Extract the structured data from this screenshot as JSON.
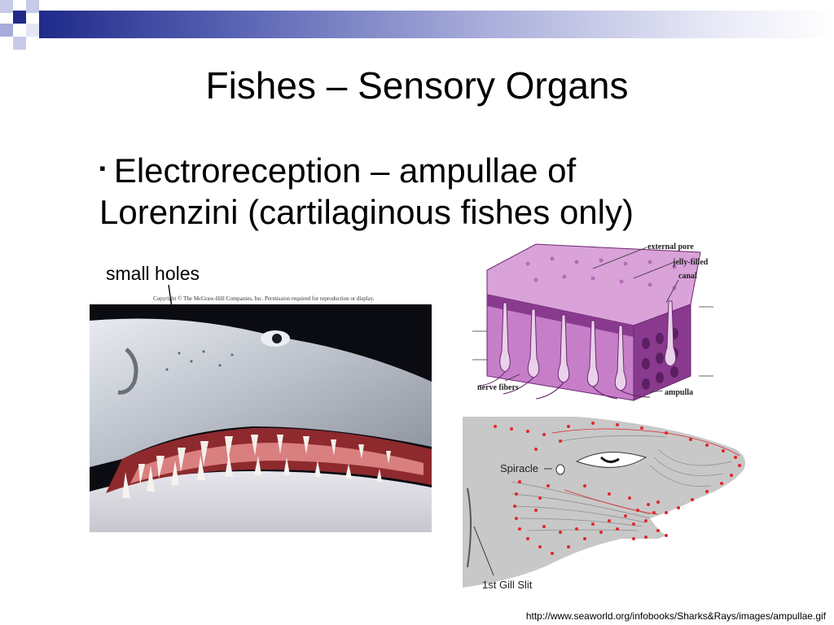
{
  "slide": {
    "title": "Fishes – Sensory Organs",
    "bullet_line1": "Electroreception – ampullae of",
    "bullet_line2": "Lorenzini (cartilaginous fishes only)",
    "bullet_glyph": "▪"
  },
  "photo": {
    "label": "small holes",
    "copyright": "Copyright © The McGraw-Hill Companies, Inc. Permission required for reproduction or display."
  },
  "ampulla_diagram": {
    "labels": {
      "external_pore": "external pore",
      "jelly_filled": "jelly-filled",
      "canal": "canal",
      "nerve_fibers": "nerve fibers",
      "ampulla": "ampulla"
    },
    "colors": {
      "tissue": "#c77ec9",
      "dark": "#7a2f80",
      "light": "#e7c3e6"
    }
  },
  "head_diagram": {
    "labels": {
      "spiracle": "Spiracle",
      "gill_slit": "1st Gill Slit"
    },
    "colors": {
      "skin": "#c9c9c9",
      "pores": "#e0262b"
    }
  },
  "source": "http://www.seaworld.org/infobooks/Sharks&Rays/images/ampullae.gif",
  "theme": {
    "navy": "#1f2a8a",
    "lavender": "#a6abd9"
  }
}
